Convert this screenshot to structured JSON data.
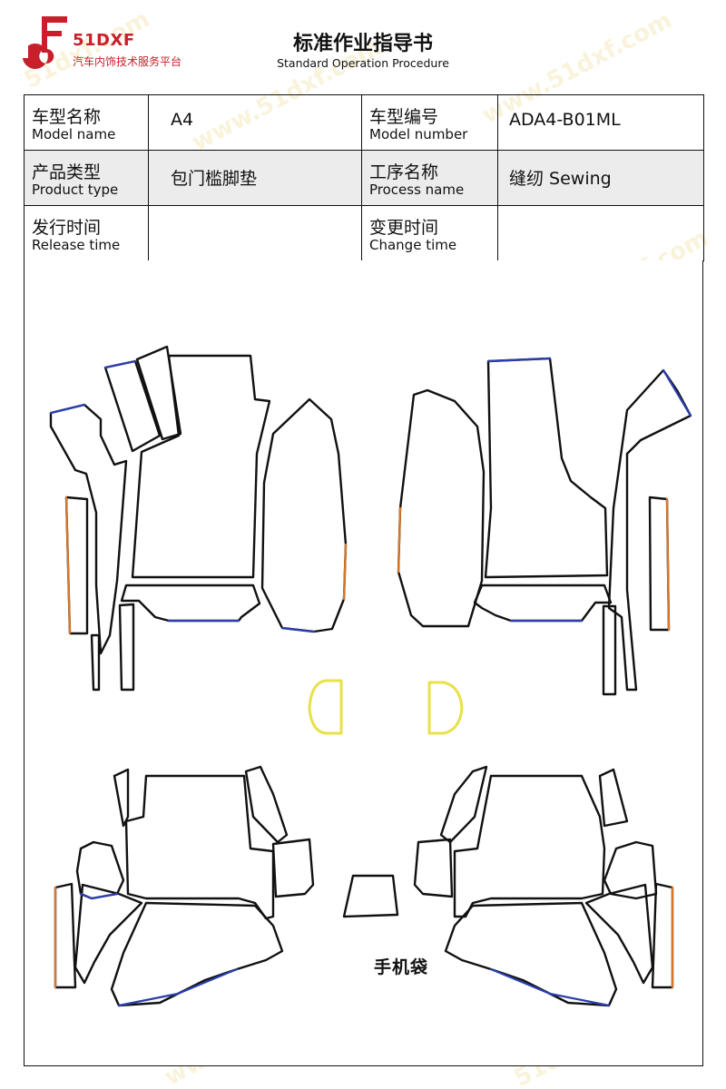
{
  "header": {
    "logo_icon": "51dxf-logo-icon",
    "brand": "51DXF",
    "brand_subtitle": "汽车内饰技术服务平台",
    "title_zh": "标准作业指导书",
    "title_en": "Standard Operation Procedure",
    "brand_color": "#c8202b"
  },
  "info": {
    "model_name": {
      "label_zh": "车型名称",
      "label_en": "Model name",
      "value": "A4"
    },
    "model_number": {
      "label_zh": "车型编号",
      "label_en": "Model number",
      "value": "ADA4-B01ML"
    },
    "product_type": {
      "label_zh": "产品类型",
      "label_en": "Product type",
      "value": "包门槛脚垫"
    },
    "process_name": {
      "label_zh": "工序名称",
      "label_en": "Process name",
      "value": "缝纫 Sewing"
    },
    "release_time": {
      "label_zh": "发行时间",
      "label_en": "Release time",
      "value": ""
    },
    "change_time": {
      "label_zh": "变更时间",
      "label_en": "Change time",
      "value": ""
    }
  },
  "diagram": {
    "phone_pocket_label": "手机袋",
    "outline_colors": {
      "main": "#111111",
      "edge_blue": "#2b3fb0",
      "edge_orange": "#d9782a",
      "pocket_yellow": "#e8e14a"
    }
  },
  "watermark": {
    "text": "www.51dxf.com",
    "alt_text": "51dxf.com"
  }
}
